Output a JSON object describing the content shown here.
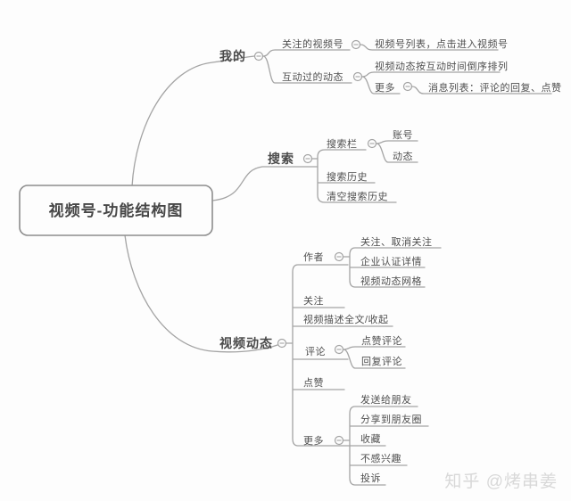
{
  "colors": {
    "background": "#fdfdfd",
    "line": "#a4a4a4",
    "text": "#4f4f4f",
    "root_border": "#8d8d8d",
    "watermark": "#d8d8d8"
  },
  "mindmap": {
    "root": {
      "label": "视频号-功能结构图"
    },
    "branches": [
      {
        "label": "我的",
        "children": [
          {
            "label": "关注的视频号",
            "children": [
              {
                "label": "视频号列表，点击进入视频号"
              }
            ]
          },
          {
            "label": "互动过的动态",
            "children": [
              {
                "label": "视频动态按互动时间倒序排列"
              },
              {
                "label": "更多",
                "children": [
                  {
                    "label": "消息列表：评论的回复、点赞"
                  }
                ]
              }
            ]
          }
        ]
      },
      {
        "label": "搜索",
        "children": [
          {
            "label": "搜索栏",
            "children": [
              {
                "label": "账号"
              },
              {
                "label": "动态"
              }
            ]
          },
          {
            "label": "搜索历史"
          },
          {
            "label": "清空搜索历史"
          }
        ]
      },
      {
        "label": "视频动态",
        "children": [
          {
            "label": "作者",
            "children": [
              {
                "label": "关注、取消关注"
              },
              {
                "label": "企业认证详情"
              },
              {
                "label": "视频动态网格"
              }
            ]
          },
          {
            "label": "关注"
          },
          {
            "label": "视频描述全文/收起"
          },
          {
            "label": "评论",
            "children": [
              {
                "label": "点赞评论"
              },
              {
                "label": "回复评论"
              }
            ]
          },
          {
            "label": "点赞"
          },
          {
            "label": "更多",
            "children": [
              {
                "label": "发送给朋友"
              },
              {
                "label": "分享到朋友圈"
              },
              {
                "label": "收藏"
              },
              {
                "label": "不感兴趣"
              },
              {
                "label": "投诉"
              }
            ]
          }
        ]
      }
    ]
  },
  "watermark": {
    "text": "知乎 @烤串姜"
  }
}
